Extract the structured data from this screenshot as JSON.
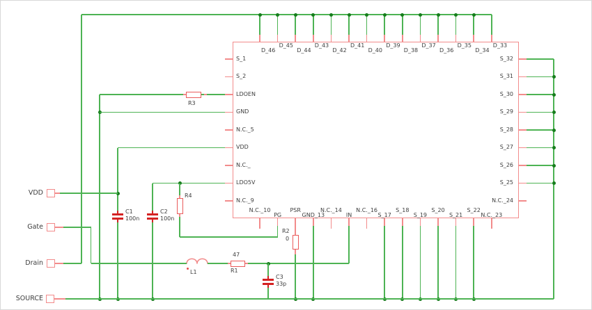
{
  "schematic": {
    "ic": {
      "pins_left": [
        "S_1",
        "S_2",
        "LDOEN",
        "GND",
        "N.C._5",
        "VDD",
        "N.C._",
        "LDO5V",
        "N.C._9"
      ],
      "pins_right": [
        "S_32",
        "S_31",
        "S_30",
        "S_29",
        "S_28",
        "S_27",
        "S_26",
        "S_25",
        "N.C._24"
      ],
      "pins_top": [
        "D_46",
        "D_45",
        "D_44",
        "D_43",
        "D_42",
        "D_41",
        "D_40",
        "D_39",
        "D_38",
        "D_37",
        "D_36",
        "D_35",
        "D_34",
        "D_33"
      ],
      "pins_bottom": [
        "N.C._10",
        "PG",
        "PSR",
        "GND_13",
        "N.C._14",
        "IN",
        "N.C._16",
        "S_17",
        "S_18",
        "S_19",
        "S_20",
        "S_21",
        "S_22",
        "N.C._23"
      ]
    },
    "terminals": [
      {
        "label": "VDD"
      },
      {
        "label": "Gate"
      },
      {
        "label": "Drain"
      },
      {
        "label": "SOURCE"
      }
    ],
    "components": [
      {
        "ref": "R1",
        "value": "47"
      },
      {
        "ref": "R2",
        "value": "0"
      },
      {
        "ref": "R3",
        "value": ""
      },
      {
        "ref": "R4",
        "value": ""
      },
      {
        "ref": "C1",
        "value": "100n"
      },
      {
        "ref": "C2",
        "value": "100n"
      },
      {
        "ref": "C3",
        "value": "33p"
      },
      {
        "ref": "L1",
        "value": ""
      }
    ],
    "colors": {
      "wire": "#4db353",
      "junction": "#167d1c",
      "pin": "#f28b8b",
      "component_outline": "#ea5b5b",
      "capacitor": "#d42222",
      "text": "#3d3d3d"
    }
  }
}
